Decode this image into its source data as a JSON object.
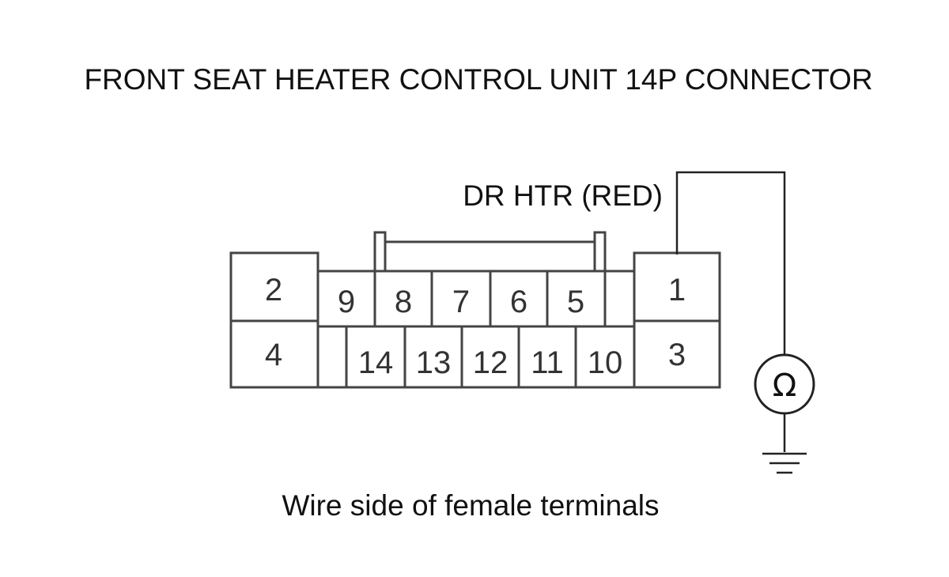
{
  "title": "FRONT SEAT HEATER CONTROL UNIT 14P CONNECTOR",
  "wire_label": "DR HTR (RED)",
  "caption": "Wire side of female terminals",
  "meter_symbol": "Ω",
  "pins": {
    "p1": "1",
    "p2": "2",
    "p3": "3",
    "p4": "4",
    "p5": "5",
    "p6": "6",
    "p7": "7",
    "p8": "8",
    "p9": "9",
    "p10": "10",
    "p11": "11",
    "p12": "12",
    "p13": "13",
    "p14": "14"
  }
}
